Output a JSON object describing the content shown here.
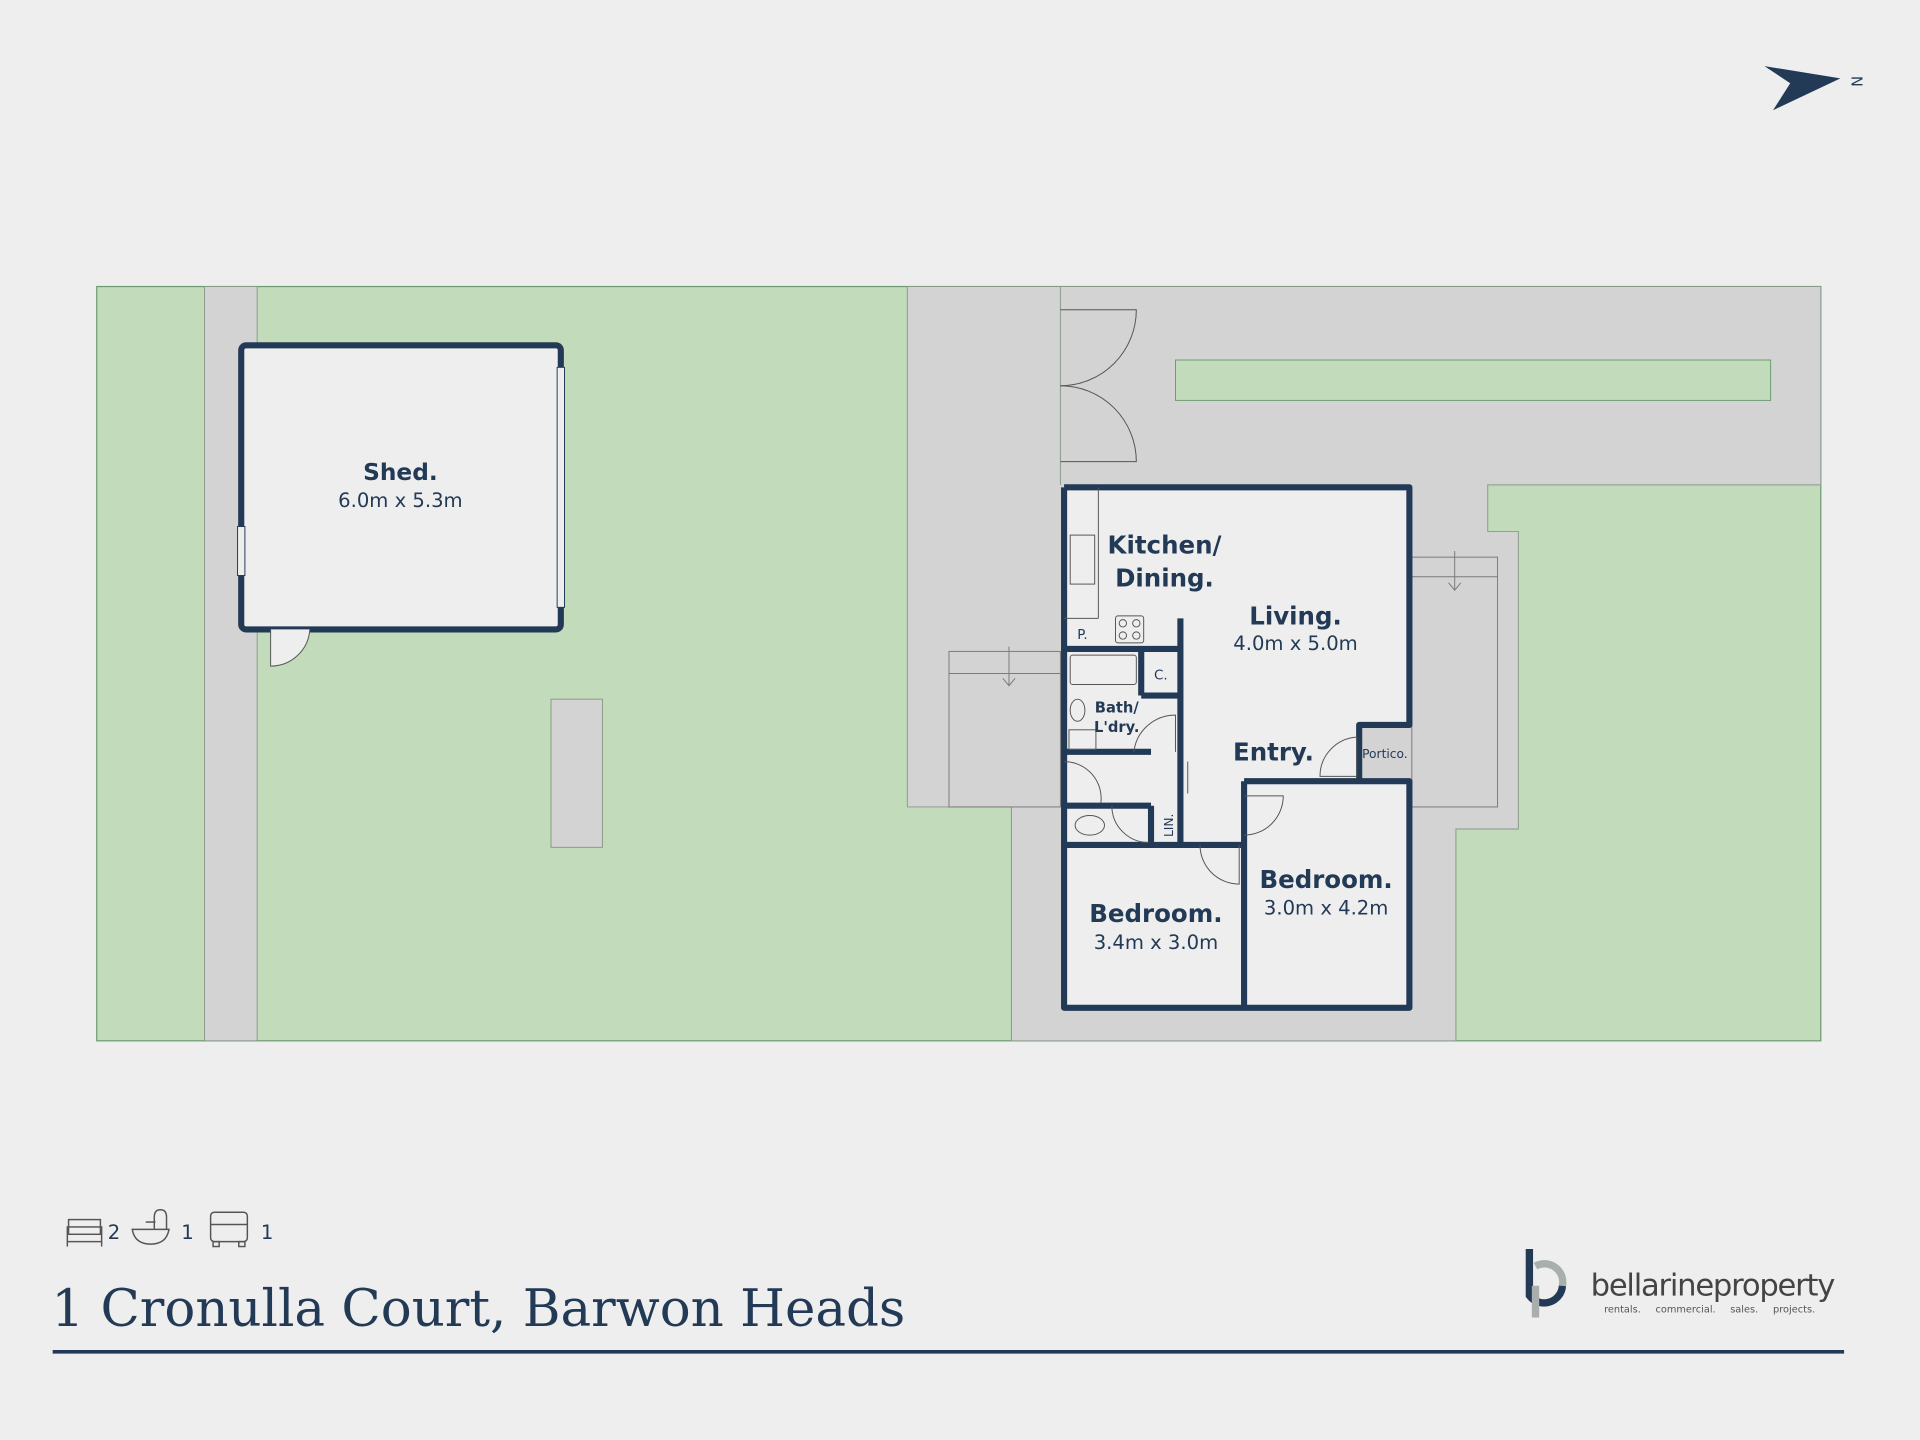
{
  "compass": {
    "label": "N"
  },
  "rooms": {
    "shed": {
      "name": "Shed.",
      "dims": "6.0m x 5.3m"
    },
    "kitchen": {
      "line1": "Kitchen/",
      "line2": "Dining."
    },
    "living": {
      "name": "Living.",
      "dims": "4.0m x 5.0m"
    },
    "entry": {
      "name": "Entry."
    },
    "portico": {
      "name": "Portico."
    },
    "pantry": {
      "name": "P."
    },
    "cupboard": {
      "name": "C."
    },
    "bath": {
      "line1": "Bath/",
      "line2": "L'dry."
    },
    "linen": {
      "name": "LIN."
    },
    "bedroom1": {
      "name": "Bedroom.",
      "dims": "3.4m x 3.0m"
    },
    "bedroom2": {
      "name": "Bedroom.",
      "dims": "3.0m x 4.2m"
    }
  },
  "features": {
    "bedrooms": "2",
    "bathrooms": "1",
    "car_spaces": "1"
  },
  "address": "1 Cronulla Court, Barwon Heads",
  "brand": {
    "name": "bellarineproperty",
    "tags": [
      "rentals.",
      "commercial.",
      "sales.",
      "projects."
    ]
  },
  "colors": {
    "wall": "#233a56",
    "lawn": "#c1dbbb",
    "paving": "#d3d3d3",
    "background": "#eeeeee"
  }
}
